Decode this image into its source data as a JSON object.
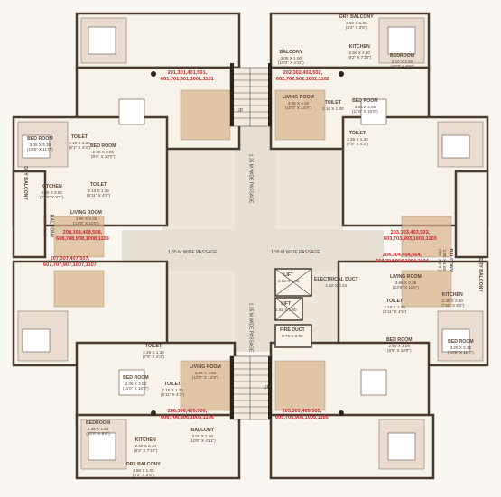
{
  "unit_groups": {
    "top_left": [
      "201,301,401,501,",
      "601,701,801,1001,1101"
    ],
    "top_right": [
      "202,302,402,502,",
      "602,702,902,1002,1102"
    ],
    "mid_left_upper": [
      "208,308,408,508,",
      "608,708,908,1008,1108"
    ],
    "mid_left_lower": [
      "207,307,407,507,",
      "607,707,907,1007,1107"
    ],
    "mid_right_upper": [
      "203,303,403,503,",
      "603,703,903,1003,1103"
    ],
    "mid_right_lower": [
      "204,304,404,504,",
      "604,704,904,1004,1104"
    ],
    "bottom_left": [
      "206,306,406,506,",
      "606,706,806,1006,1106"
    ],
    "bottom_right": [
      "205,305,405,505,",
      "605,705,905,1005,1105"
    ]
  },
  "rooms": {
    "tr_dry_balcony": {
      "name": "DRY BALCONY",
      "dim": "2.50 X 1.05",
      "imp": "(8'2\" X 3'5\")"
    },
    "tr_kitchen": {
      "name": "KITCHEN",
      "dim": "2.50 X 2.40",
      "imp": "(8'2\" X 7'10\")"
    },
    "tr_bedroom": {
      "name": "BEDROOM",
      "dim": "3.10 X 2.90",
      "imp": "(10'2\" X 9'6\")"
    },
    "tr_balcony": {
      "name": "BALCONY",
      "dim": "3.05 X 1.50",
      "imp": "(10'0\" X 4'11\")"
    },
    "tr_living": {
      "name": "LIVING ROOM",
      "dim": "3.05 X 4.50",
      "imp": "(10'0\" X 14'9\")"
    },
    "tr_bed2": {
      "name": "BED ROOM",
      "dim": "3.35 X 3.05",
      "imp": "(11'0\" X 10'0\")"
    },
    "tr_toilet_s": {
      "name": "TOILET",
      "dim": "2.10 X 1.30",
      "imp": ""
    },
    "tr_toilet": {
      "name": "TOILET",
      "dim": "2.36 X 1.30",
      "imp": "(7'9\" X 4'3\")"
    },
    "tl_bed": {
      "name": "BED ROOM",
      "dim": "3.35 X 3.35",
      "imp": "(10'8\" X 11'0\")"
    },
    "tl_toilet_s": {
      "name": "TOILET",
      "dim": "2.10 X 1.30",
      "imp": "(6'1\" X 4'3\")"
    },
    "tl_bed2": {
      "name": "BED ROOM",
      "dim": "2.90 X 3.05",
      "imp": "(9'6\" X 10'0\")"
    },
    "tl_kitchen": {
      "name": "KITCHEN",
      "dim": "2.40 X 2.50",
      "imp": "(7'10\" X 8'2\")"
    },
    "tl_toilet": {
      "name": "TOILET",
      "dim": "2.10 X 1.35",
      "imp": "(6'11\" X 4'5\")"
    },
    "tl_living": {
      "name": "LIVING ROOM",
      "dim": "3.95 X 3.35",
      "imp": "(13'0\" X 11'0\")"
    },
    "tl_balcony": {
      "name": "BALCONY",
      "dim": "2.90 X 1.05",
      "imp": ""
    },
    "tl_dry_balcony": {
      "name": "DRY BALCONY",
      "dim": "",
      "imp": ""
    },
    "r_living": {
      "name": "LIVING ROOM",
      "dim": "3.95 X 3.35",
      "imp": "(13'0\" X 11'0\")"
    },
    "r_toilet": {
      "name": "TOILET",
      "dim": "2.10 X 1.35",
      "imp": "(6'11\" X 4'5\")"
    },
    "r_kitchen": {
      "name": "KITCHEN",
      "dim": "2.40 X 2.50",
      "imp": "(7'10\" X 8'2\")"
    },
    "r_bed": {
      "name": "BED ROOM",
      "dim": "2.90 X 3.05",
      "imp": "(9'6\" X 10'0\")"
    },
    "r_bed2": {
      "name": "BED ROOM",
      "dim": "3.25 X 3.35",
      "imp": "(10'8\" X 11'0\")"
    },
    "r_balcony": {
      "name": "BALCONY",
      "dim": "2.90 X 1.05",
      "imp": "(9'6\" X 3'5\")"
    },
    "r_dry_balcony": {
      "name": "DRY BALCONY",
      "dim": "",
      "imp": ""
    },
    "bl_toilet": {
      "name": "TOILET",
      "dim": "2.36 X 1.30",
      "imp": "(7'9\" X 4'3\")"
    },
    "bl_bed": {
      "name": "BED ROOM",
      "dim": "3.35 X 3.05",
      "imp": "(11'0\" X 10'0\")"
    },
    "bl_toilet2": {
      "name": "TOILET",
      "dim": "2.10 X 1.30",
      "imp": "(6'11\" X 4'3\")"
    },
    "bl_living": {
      "name": "LIVING ROOM",
      "dim": "3.05 X 4.50",
      "imp": "(10'0\" X 14'9\")"
    },
    "bl_bedroom": {
      "name": "BEDROOM",
      "dim": "3.35 X 2.90",
      "imp": "(10'0\" X 9'6\")"
    },
    "bl_kitchen": {
      "name": "KITCHEN",
      "dim": "2.59 X 2.40",
      "imp": "(8'2\" X 7'10\")"
    },
    "bl_balcony": {
      "name": "BALCONY",
      "dim": "3.05 X 1.50",
      "imp": "(10'0\" X 4'11\")"
    },
    "bl_dry_balcony": {
      "name": "DRY BALCONY",
      "dim": "2.50 X 1.05",
      "imp": "(8'2\" X 3'5\")"
    }
  },
  "core": {
    "lift1": {
      "name": "LIFT",
      "dim": "2.62 X 1.95"
    },
    "lift2": {
      "name": "LIFT",
      "dim": "1.82 X 1.90"
    },
    "duct": {
      "name": "ELECTRICAL DUCT",
      "dim": "1.92 X 0.23"
    },
    "fire": {
      "name": "FIRE DUCT",
      "dim": "0.75 X 0.90"
    }
  },
  "passages": {
    "left": "1.35 M WIDE PASSAGE",
    "right": "1.35 M WIDE PASSAGE",
    "top": "1.35 M WIDE PASSAGE",
    "bottom": "1.35 M WIDE PASSAGE"
  },
  "stairs": {
    "up_top": "UP",
    "up_bottom": "UP"
  },
  "colors": {
    "wall": "#4a3a2e",
    "floor": "#ece5da",
    "red_text": "#c8262a",
    "wood": "#d8b48a",
    "tile": "#e8ddd0"
  }
}
